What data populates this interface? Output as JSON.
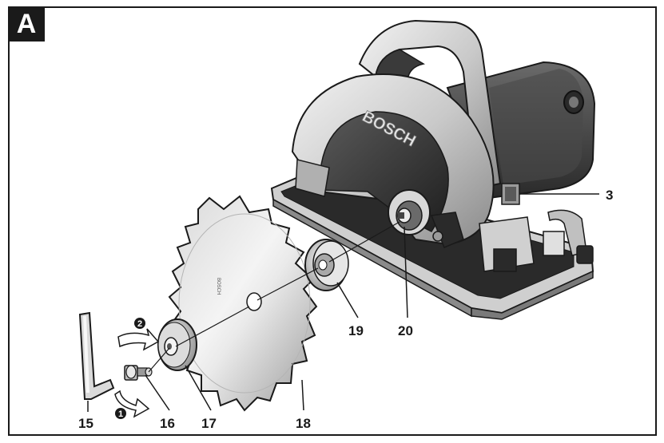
{
  "figure": {
    "panel_label": "A",
    "brand_text": "BOSCH",
    "callouts": {
      "c3": "3",
      "c15": "15",
      "c16": "16",
      "c17": "17",
      "c18": "18",
      "c19": "19",
      "c20": "20"
    },
    "steps": {
      "s1": "1",
      "s2": "2"
    }
  }
}
